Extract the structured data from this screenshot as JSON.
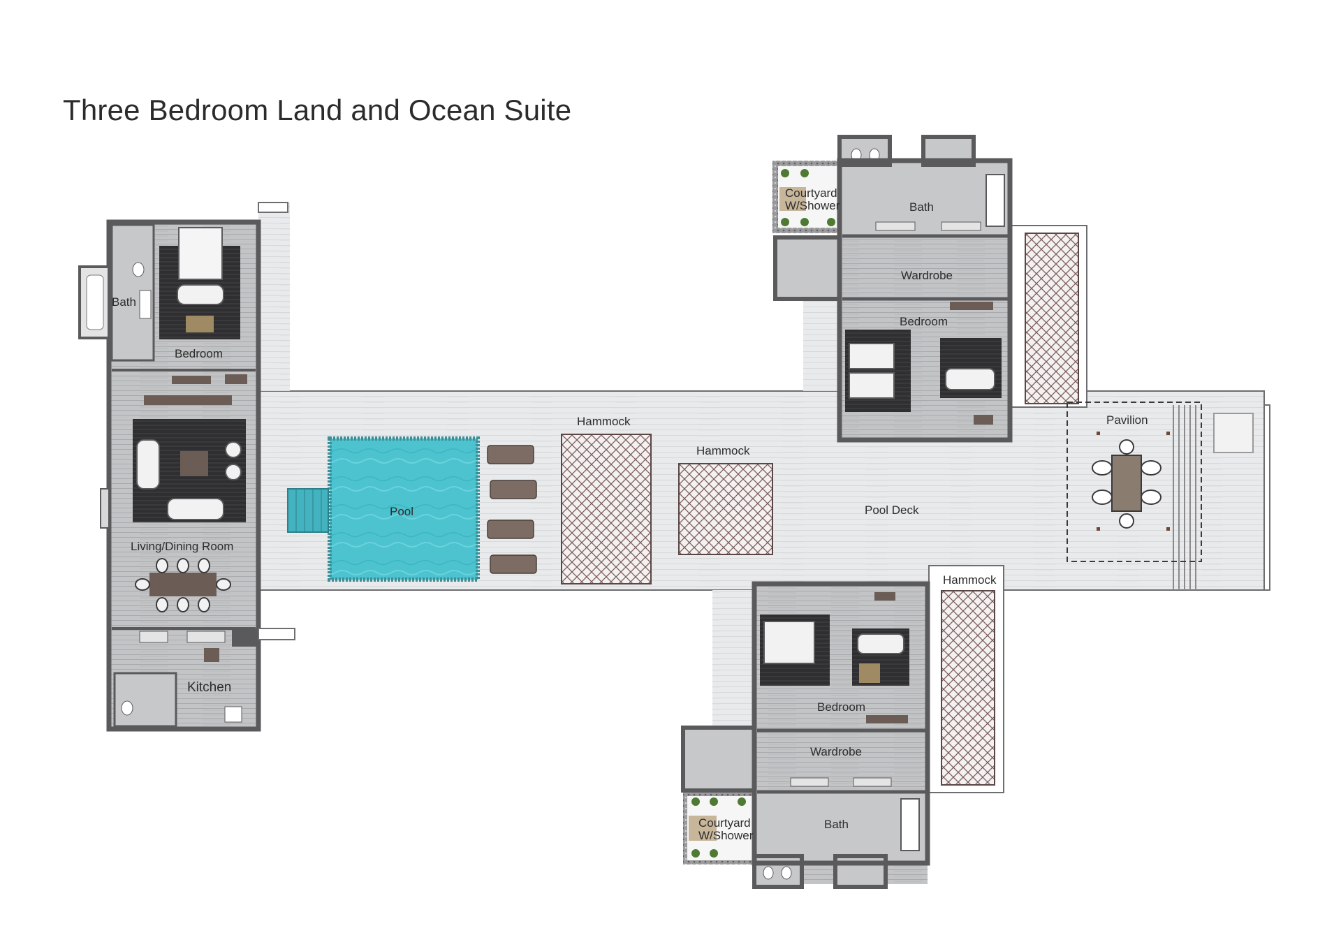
{
  "title": "Three Bedroom Land and Ocean Suite",
  "rooms": {
    "west_bath": "Bath",
    "west_bedroom": "Bedroom",
    "living_dining": "Living/Dining Room",
    "kitchen": "Kitchen",
    "pool": "Pool",
    "hammock_1": "Hammock",
    "hammock_2": "Hammock",
    "hammock_3": "Hammock",
    "pool_deck": "Pool Deck",
    "pavilion": "Pavilion",
    "ne_courtyard_line1": "Courtyard",
    "ne_courtyard_line2": "W/Shower",
    "ne_bath": "Bath",
    "ne_wardrobe": "Wardrobe",
    "ne_bedroom": "Bedroom",
    "se_bedroom": "Bedroom",
    "se_wardrobe": "Wardrobe",
    "se_bath": "Bath",
    "se_courtyard_line1": "Courtyard",
    "se_courtyard_line2": "W/Shower"
  },
  "colors": {
    "wall": "#5a5a5c",
    "floor": "#c7c8ca",
    "deck": "#e6e7e8",
    "pool": "#4cc3cf",
    "rug": "#2f2f31",
    "hatch": "#7a5b5b",
    "furniture": "#6b5d55",
    "plant": "#4f7a33"
  }
}
